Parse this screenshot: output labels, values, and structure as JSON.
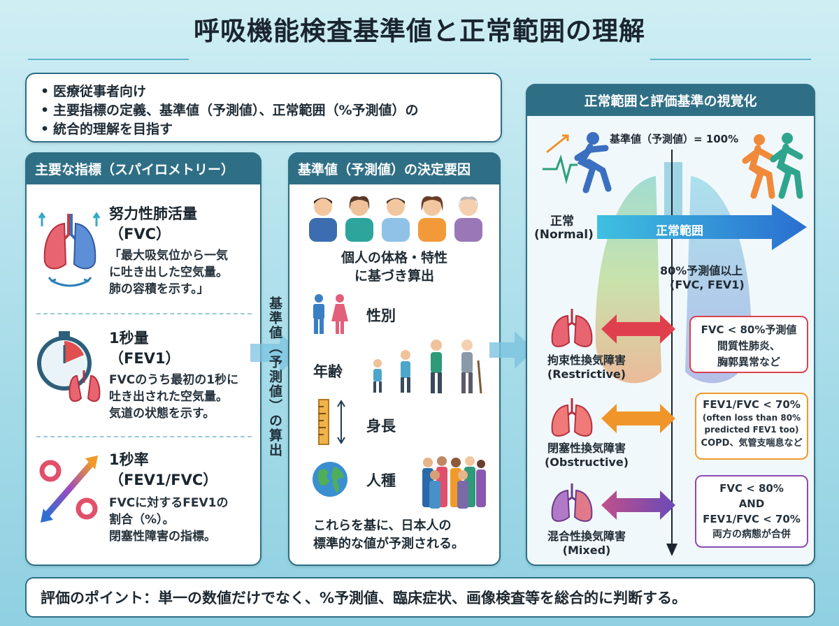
{
  "title": "呼吸機能検査基準値と正常範囲の理解",
  "intro": {
    "bullets": [
      "医療従事者向け",
      "主要指標の定義、基準値（予測値）、正常範囲（%予測値）の",
      "統合的理解を目指す"
    ]
  },
  "metrics_panel": {
    "header": "主要な指標（スパイロメトリー）",
    "items": [
      {
        "name1": "努力性肺活量",
        "name2": "（FVC）",
        "d1": "「最大吸気位から一気",
        "d2": "に吐き出した空気量。",
        "d3": "肺の容積を示す。」"
      },
      {
        "name1": "1秒量",
        "name2": "（FEV1）",
        "d1": "FVCのうち最初の1秒に",
        "d2": "吐き出された空気量。",
        "d3": "気道の状態を示す。"
      },
      {
        "name1": "1秒率",
        "name2": "（FEV1/FVC）",
        "d1": "FVCに対するFEV1の",
        "d2": "割合（%）。",
        "d3": "閉塞性障害の指標。"
      }
    ]
  },
  "arrow1_text": "基準値（予測値）の算出",
  "factors_panel": {
    "header": "基準値（予測値）の決定要因",
    "subtitle1": "個人の体格・特性",
    "subtitle2": "に基づき算出",
    "factors": [
      "性別",
      "年齢",
      "身長",
      "人種"
    ],
    "footer1": "これらを基に、日本人の",
    "footer2": "標準的な値が予測される。"
  },
  "eval_panel": {
    "header": "正常範囲と評価基準の視覚化",
    "baseline": "基準値（予測値）= 100%",
    "normal_label1": "正常",
    "normal_label2": "(Normal)",
    "normal_range": "正常範囲",
    "threshold1": "80%予測値以上",
    "threshold2": "(FVC, FEV1)",
    "patterns": [
      {
        "jp": "拘束性換気障害",
        "en": "(Restrictive)",
        "color": "#d9424f",
        "b1": "FVC < 80%予測値",
        "b2": "間質性肺炎、",
        "b3": "胸郭異常など"
      },
      {
        "jp": "閉塞性換気障害",
        "en": "(Obstructive)",
        "color": "#ef9a2a",
        "b1": "FEV1/FVC < 70%",
        "b2": "(often loss than 80%",
        "b3": "predicted FEV1 too)",
        "b4": "COPD、気管支喘息など"
      },
      {
        "jp": "混合性換気障害",
        "en": "(Mixed)",
        "color": "#8a4bb3",
        "b1": "FVC < 80%",
        "b2": "AND",
        "b3": "FEV1/FVC < 70%",
        "b4": "両方の病態が合併"
      }
    ]
  },
  "bottom": "評価のポイント：単一の数値だけでなく、%予測値、臨床症状、画像検査等を総合的に判断する。",
  "colors": {
    "header": "#2f6f86",
    "restrictive": "#d9424f",
    "obstructive": "#ef9a2a",
    "mixed": "#8a4bb3",
    "normal": "#3aa0e0"
  }
}
